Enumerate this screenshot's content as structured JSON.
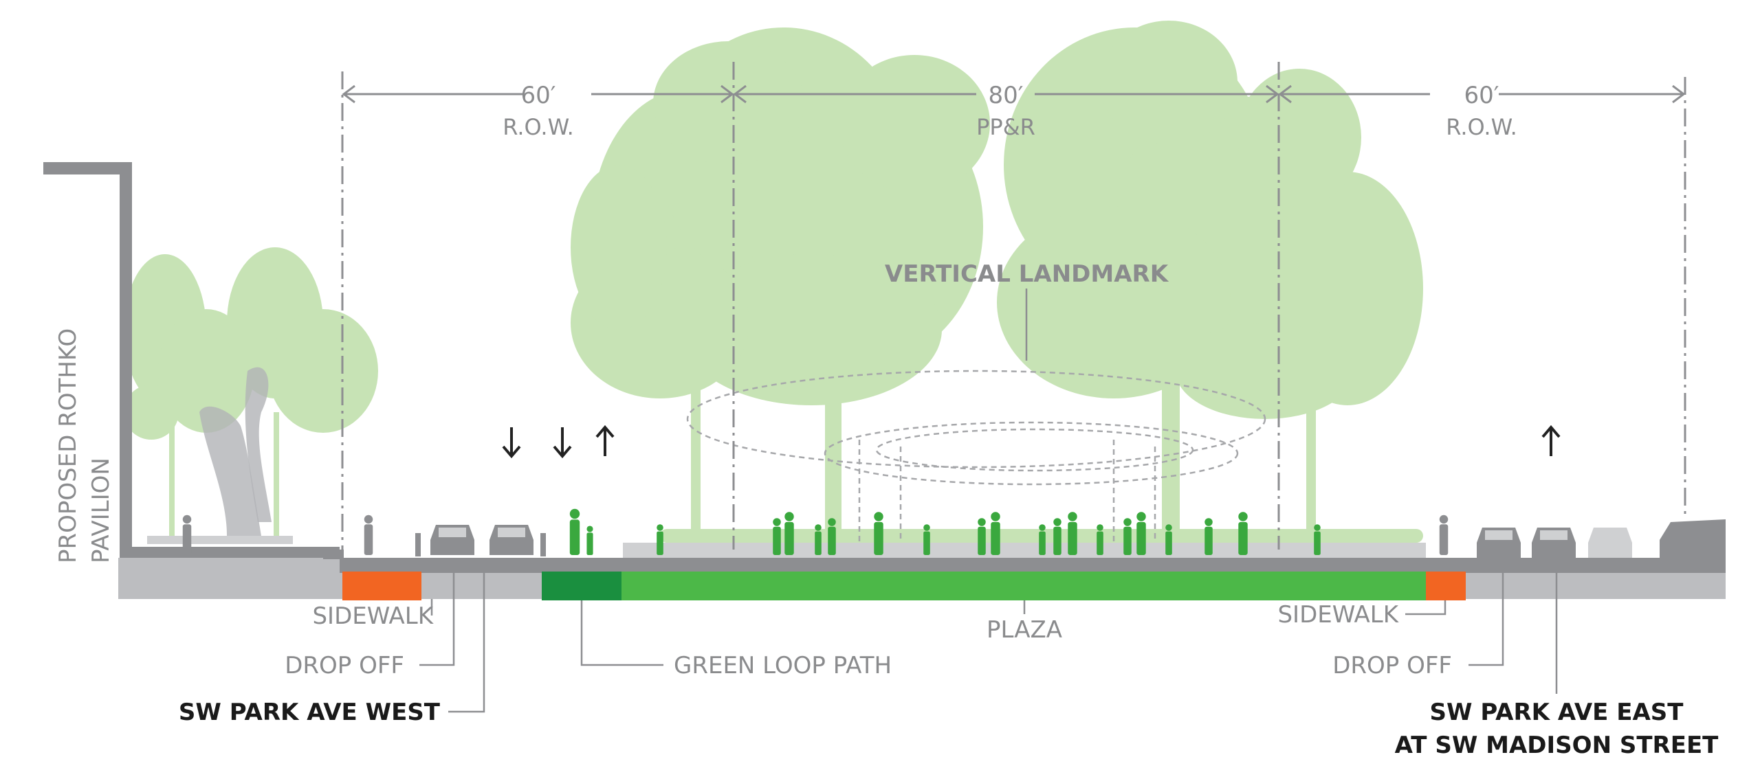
{
  "dimensions": [
    {
      "value": "60′",
      "sub": "R.O.W."
    },
    {
      "value": "80′",
      "sub": "PP&R"
    },
    {
      "value": "60′",
      "sub": "R.O.W."
    }
  ],
  "building_label": [
    "PROPOSED ROTHKO",
    "PAVILION"
  ],
  "landmark_label": "VERTICAL LANDMARK",
  "callouts": {
    "sidewalk_west": "SIDEWALK",
    "drop_off_west": "DROP OFF",
    "park_ave_west": "SW PARK AVE WEST",
    "green_loop": "GREEN LOOP PATH",
    "plaza": "PLAZA",
    "sidewalk_east": "SIDEWALK",
    "drop_off_east": "DROP OFF",
    "park_ave_east_1": "SW PARK AVE EAST",
    "park_ave_east_2": "AT SW MADISON STREET"
  },
  "colors": {
    "orange": "#f26522",
    "dark_green": "#1a8f3f",
    "green": "#4cb848",
    "tree": "#c7e3b5",
    "gray": "#8d8e91",
    "ground": "#bcbdc0"
  },
  "traffic_arrows": [
    "down",
    "down",
    "up",
    "up"
  ]
}
